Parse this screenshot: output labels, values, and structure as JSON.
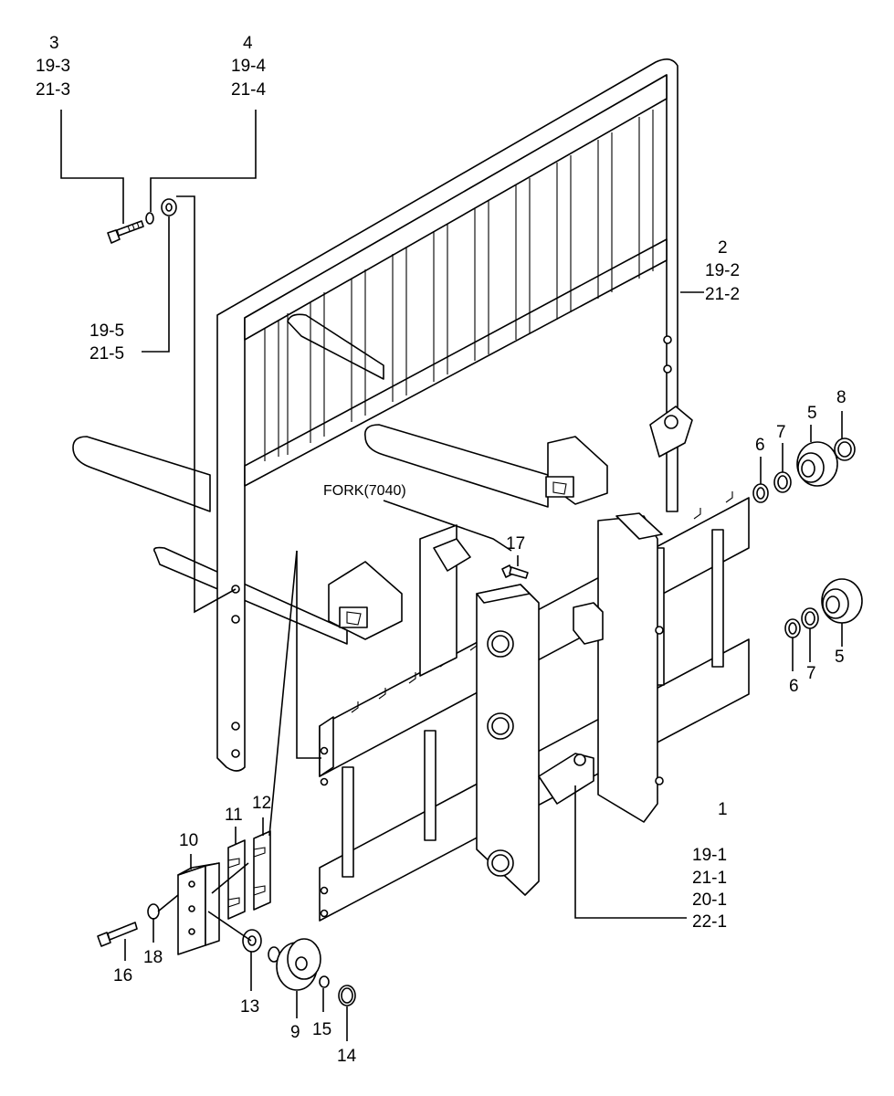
{
  "diagram": {
    "labels": {
      "top_left": [
        "3",
        "19-3",
        "21-3"
      ],
      "top_mid": [
        "4",
        "19-4",
        "21-4"
      ],
      "left_mid": [
        "19-5",
        "21-5"
      ],
      "right_top": [
        "2",
        "19-2",
        "21-2"
      ],
      "right_bottom": [
        "1",
        "19-1",
        "21-1",
        "20-1",
        "22-1"
      ],
      "fork": "FORK(7040)",
      "n5a": "5",
      "n6a": "6",
      "n7a": "7",
      "n8": "8",
      "n5b": "5",
      "n6b": "6",
      "n7b": "7",
      "n9": "9",
      "n10": "10",
      "n11": "11",
      "n12": "12",
      "n13": "13",
      "n14": "14",
      "n15": "15",
      "n16": "16",
      "n17": "17",
      "n18": "18"
    }
  }
}
